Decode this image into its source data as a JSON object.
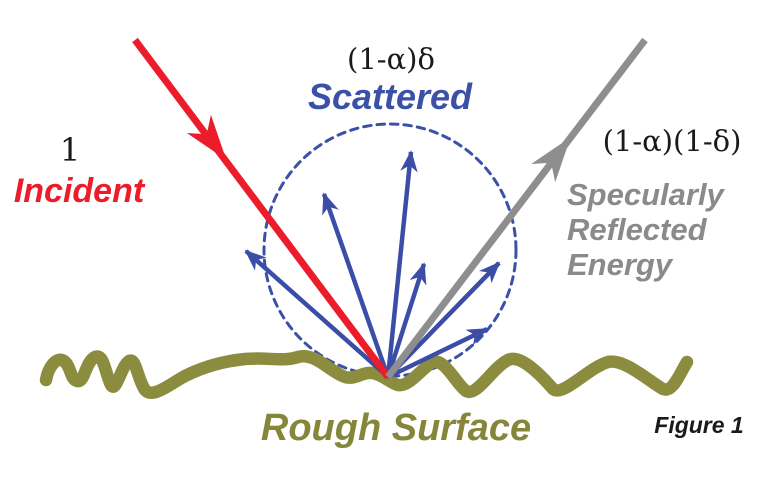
{
  "figure": {
    "caption": "Figure 1"
  },
  "incident": {
    "coefficient": "1",
    "label": "Incident",
    "color": "#ec1c2b"
  },
  "scattered": {
    "formula": "(1-α)δ",
    "label": "Scattered",
    "color": "#3b51a8",
    "ray_count": 6
  },
  "specular": {
    "formula": "(1-α)(1-δ)",
    "label_lines": [
      "Specularly",
      "Reflected",
      "Energy"
    ],
    "color": "#8e8e8e"
  },
  "surface": {
    "label": "Rough Surface",
    "color": "#8c8c3f"
  },
  "text_color": "#1a1a1a"
}
